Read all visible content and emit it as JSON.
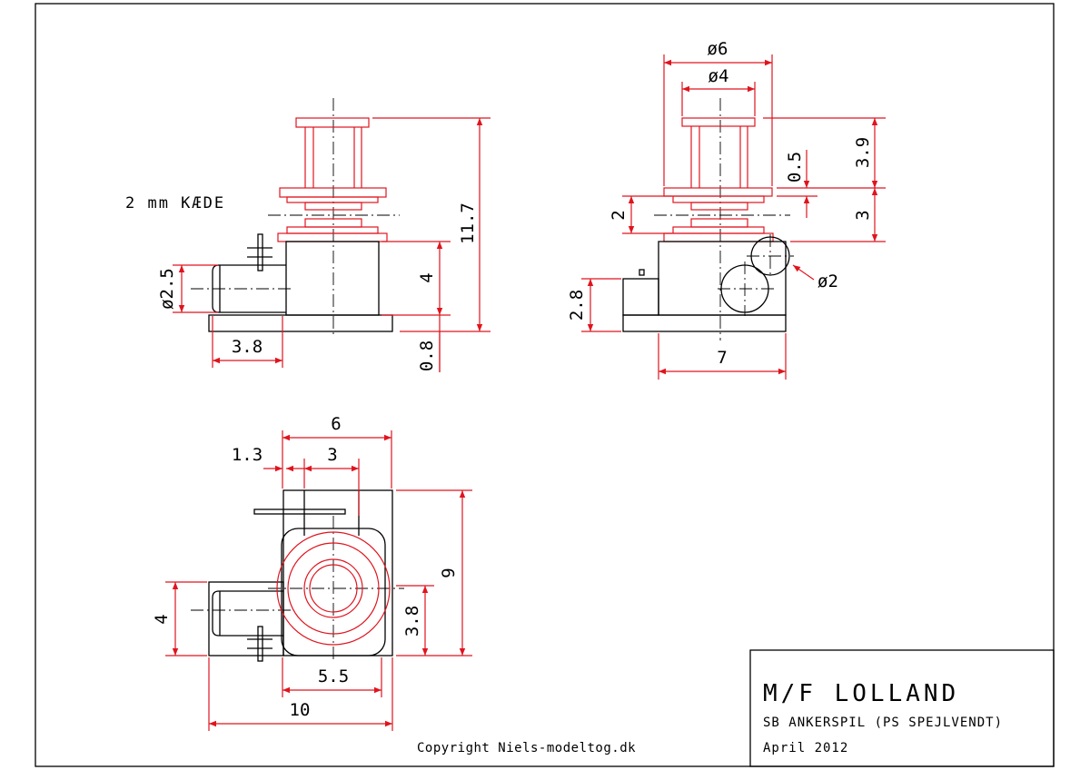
{
  "drawing": {
    "note_chain": "2 mm KÆDE",
    "copyright": "Copyright Niels-modeltog.dk"
  },
  "dims": {
    "side": {
      "d_2_5": "ø2.5",
      "len_3_8": "3.8",
      "h_4": "4",
      "h_0_8": "0.8",
      "h_11_7": "11.7"
    },
    "front": {
      "d6": "ø6",
      "d4": "ø4",
      "h_0_5": "0.5",
      "h_3_9": "3.9",
      "h_2": "2",
      "h_3": "3",
      "h_2_8": "2.8",
      "w_7": "7",
      "d2": "ø2"
    },
    "top": {
      "w_6": "6",
      "w_1_3": "1.3",
      "w_3": "3",
      "h_9": "9",
      "h_4": "4",
      "h_3_8": "3.8",
      "w_5_5": "5.5",
      "w_10": "10"
    }
  },
  "title_block": {
    "title": "M/F LOLLAND",
    "subtitle": "SB ANKERSPIL (PS SPEJLVENDT)",
    "date": "April 2012"
  }
}
